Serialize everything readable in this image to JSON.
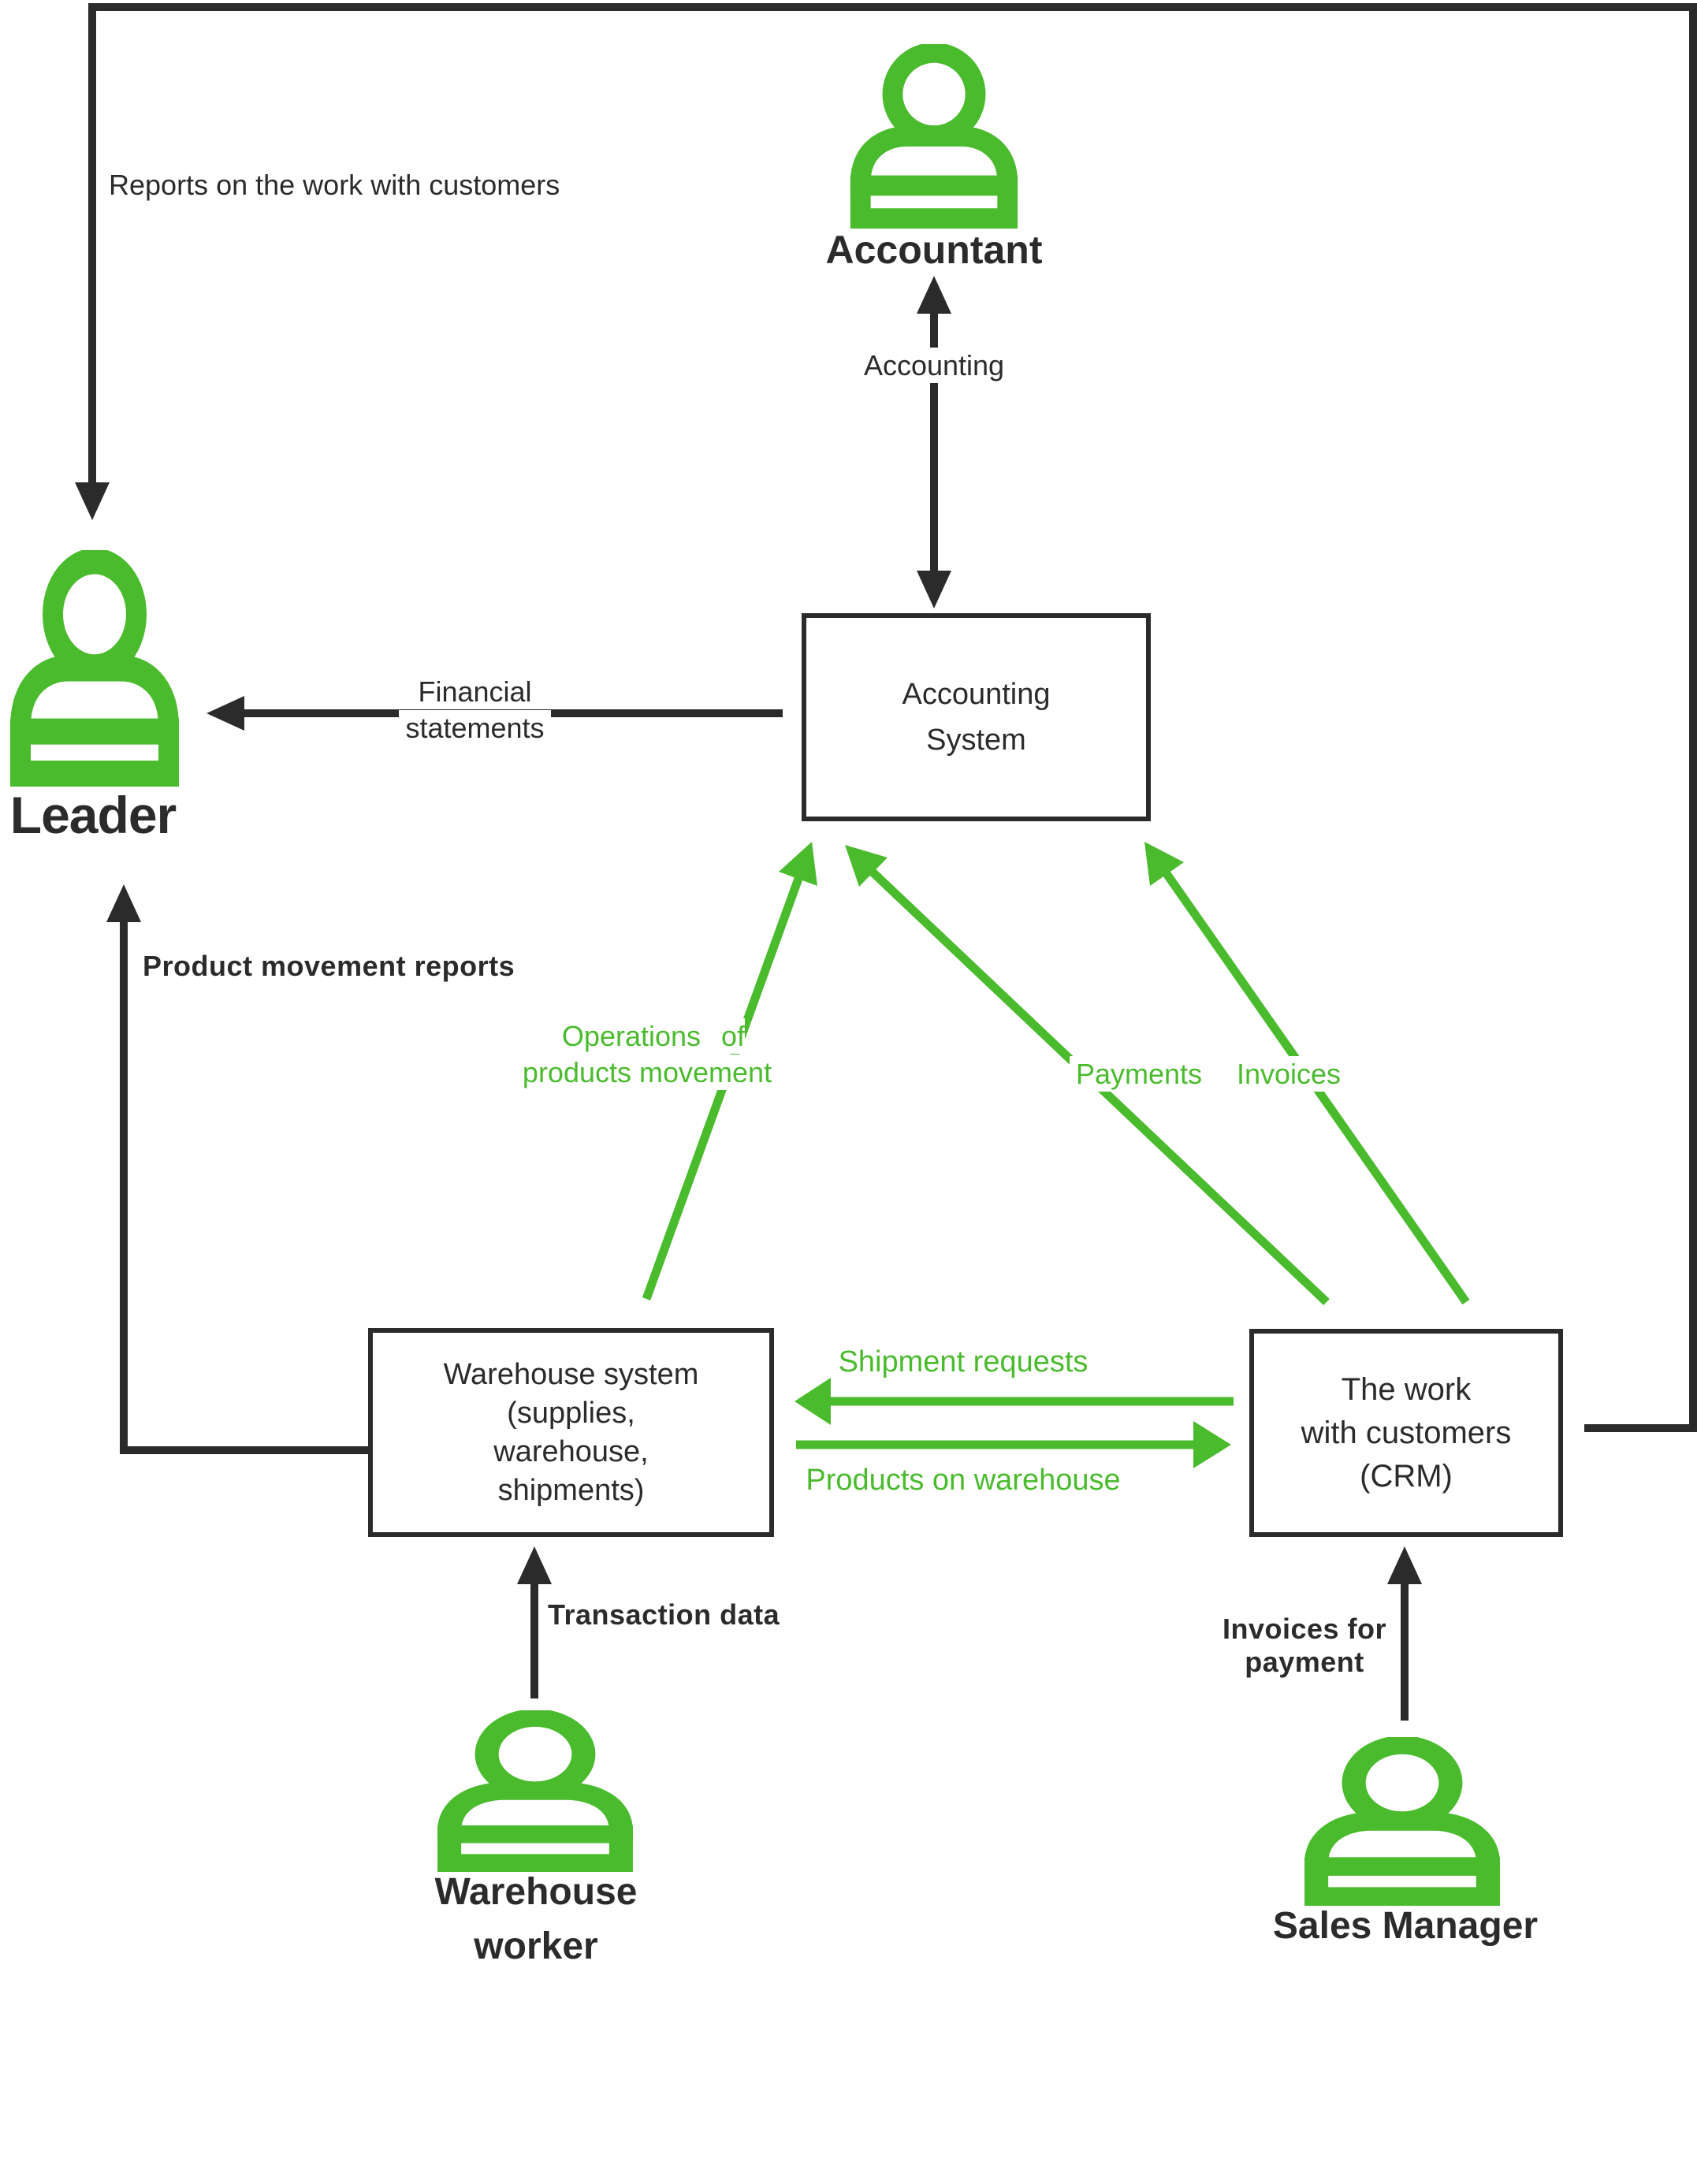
{
  "colors": {
    "ink": "#2b2b2b",
    "green": "#4bbb2e"
  },
  "actors": {
    "accountant": {
      "label": "Accountant"
    },
    "leader": {
      "label": "Leader"
    },
    "warehouse_worker": {
      "line1": "Warehouse",
      "line2": "worker"
    },
    "sales_manager": {
      "label": "Sales Manager"
    }
  },
  "systems": {
    "accounting": {
      "line1": "Accounting",
      "line2": "System"
    },
    "warehouse": {
      "line1": "Warehouse system",
      "line2": "(supplies,",
      "line3": "warehouse,",
      "line4": "shipments)"
    },
    "crm": {
      "line1": "The work",
      "line2": "with customers",
      "line3": "(CRM)"
    }
  },
  "flows": {
    "reports_on_work": {
      "line1": "Reports",
      "line2": "on the work",
      "line3": "with customers"
    },
    "accounting": {
      "label": "Accounting"
    },
    "financial_statements": {
      "line1": "Financial",
      "line2": "statements"
    },
    "product_movement_reports": {
      "line1": "Product",
      "line2": "movement",
      "line3": "reports"
    },
    "operations": {
      "line1": "Operations",
      "line2": "of products movement"
    },
    "payments": {
      "label": "Payments"
    },
    "invoices": {
      "label": "Invoices"
    },
    "shipment_requests": {
      "label": "Shipment requests"
    },
    "products_on_warehouse": {
      "label": "Products on warehouse"
    },
    "transaction_data": {
      "line1": "Transaction",
      "line2": "data"
    },
    "invoices_for_payment": {
      "line1": "Invoices",
      "line2": "for payment"
    }
  }
}
